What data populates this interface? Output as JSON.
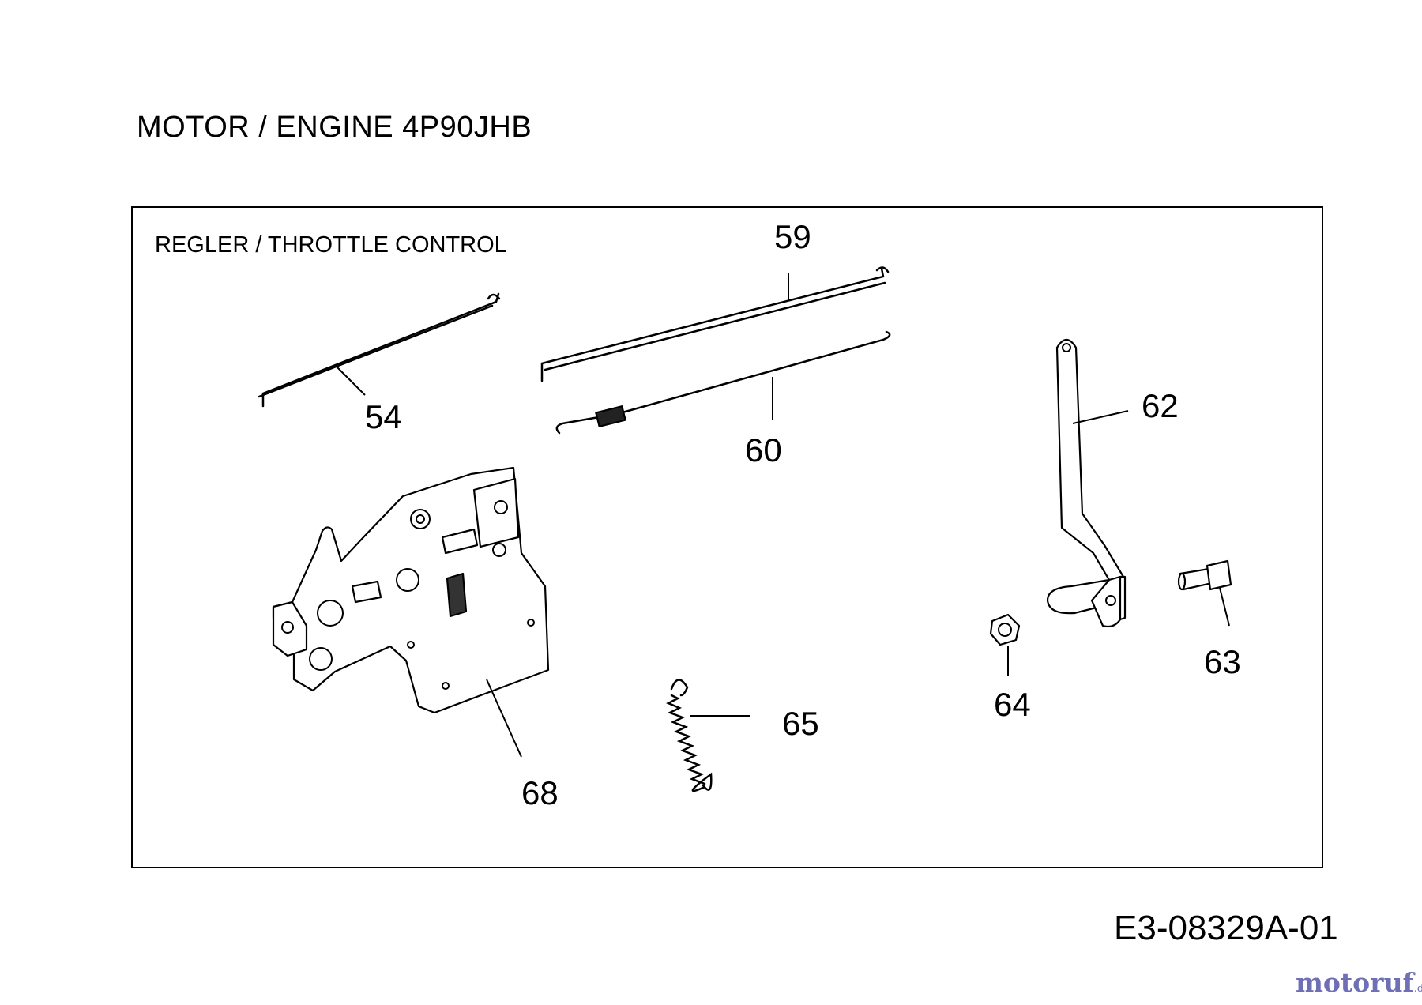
{
  "header": {
    "title": "MOTOR / ENGINE  4P90JHB"
  },
  "diagram": {
    "section_title": "REGLER /  THROTTLE CONTROL",
    "callouts": {
      "p54": "54",
      "p59": "59",
      "p60": "60",
      "p62": "62",
      "p63": "63",
      "p64": "64",
      "p65": "65",
      "p68": "68"
    }
  },
  "footer": {
    "doc_code": "E3-08329A-01"
  },
  "logo": {
    "text": "motoruf",
    "tld": ".de"
  }
}
